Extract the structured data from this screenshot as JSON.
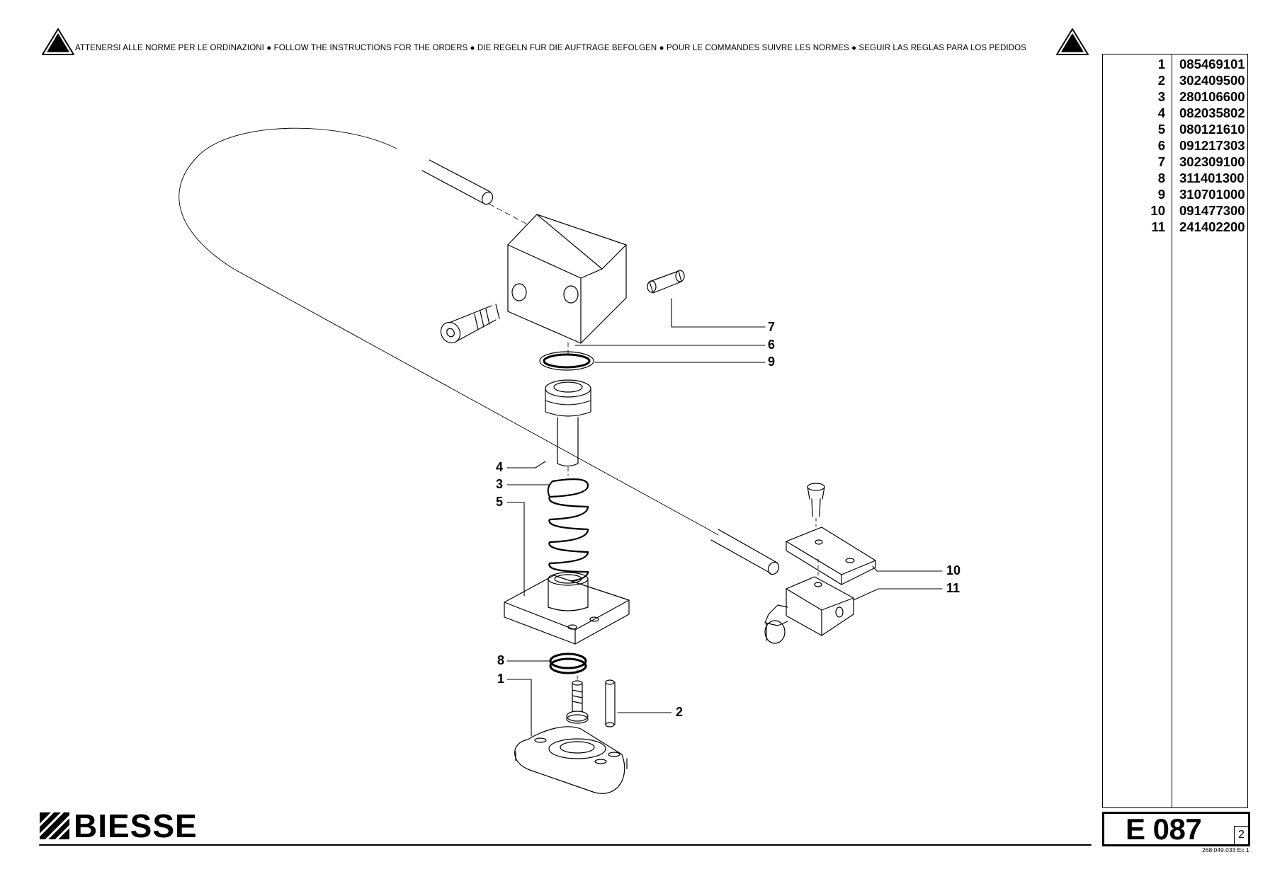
{
  "header": {
    "instructions": "ATTENERSI ALLE NORME PER LE ORDINAZIONI  ●  FOLLOW THE INSTRUCTIONS FOR THE ORDERS ● DIE REGELN FUR DIE AUFTRAGE BEFOLGEN ● POUR LE COMMANDES SUIVRE LES NORMES ● SEGUIR LAS REGLAS PARA LOS PEDIDOS",
    "warning_icon": "warning-triangle-icon"
  },
  "parts": [
    {
      "num": "1",
      "code": "085469101"
    },
    {
      "num": "2",
      "code": "302409500"
    },
    {
      "num": "3",
      "code": "280106600"
    },
    {
      "num": "4",
      "code": "082035802"
    },
    {
      "num": "5",
      "code": "080121610"
    },
    {
      "num": "6",
      "code": "091217303"
    },
    {
      "num": "7",
      "code": "302309100"
    },
    {
      "num": "8",
      "code": "311401300"
    },
    {
      "num": "9",
      "code": "310701000"
    },
    {
      "num": "10",
      "code": "091477300"
    },
    {
      "num": "11",
      "code": "241402200"
    }
  ],
  "callouts": {
    "c1": "1",
    "c2": "2",
    "c3": "3",
    "c4": "4",
    "c5": "5",
    "c6": "6",
    "c7": "7",
    "c8": "8",
    "c9": "9",
    "c10": "10",
    "c11": "11"
  },
  "footer": {
    "brand": "BIESSE",
    "table_code": "E 087",
    "sheet": "2",
    "doc_ref": "268.049.033 Ec.1"
  }
}
